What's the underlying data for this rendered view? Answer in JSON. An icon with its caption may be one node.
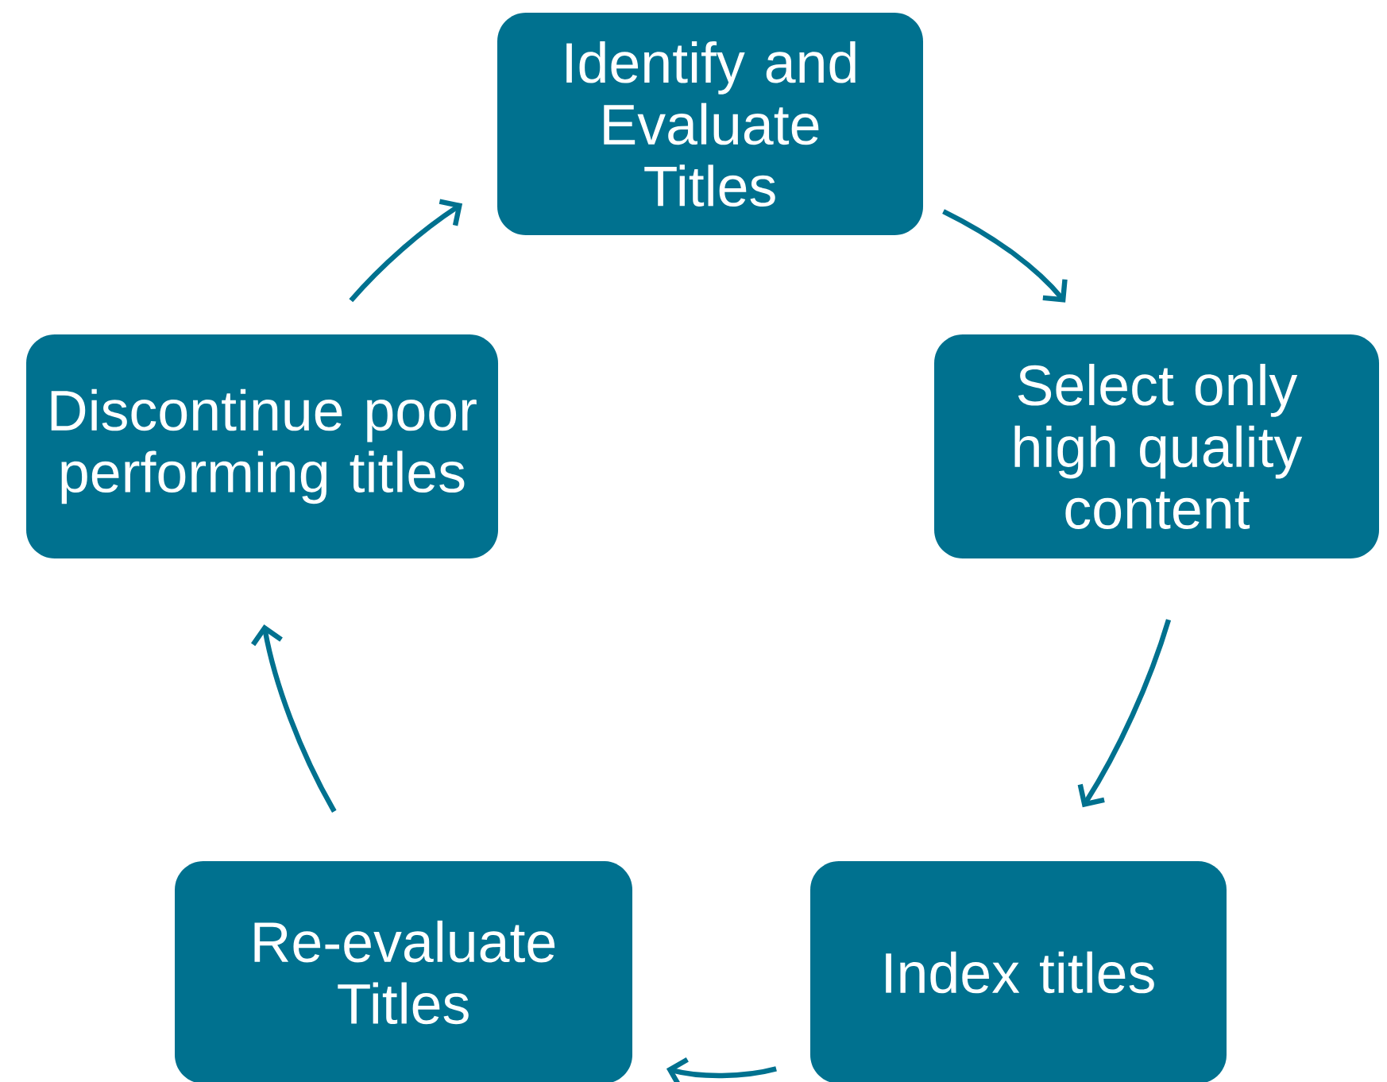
{
  "diagram": {
    "nodes": [
      {
        "text": [
          "Identify and Evaluate Titles"
        ]
      },
      {
        "text": [
          "Select only high quality content"
        ]
      },
      {
        "text": [
          "Index titles"
        ]
      },
      {
        "text": [
          "Re-evaluate Titles"
        ]
      },
      {
        "text": [
          "Discontinue poor performing titles"
        ]
      }
    ],
    "edges": [
      {
        "from": 0,
        "to": 1,
        "arrow": "to"
      },
      {
        "from": 1,
        "to": 2,
        "arrow": "to"
      },
      {
        "from": 2,
        "to": 3,
        "arrow": "to"
      },
      {
        "from": 3,
        "to": 4,
        "arrow": "to"
      },
      {
        "from": 4,
        "to": 0,
        "arrow": "to"
      }
    ]
  }
}
